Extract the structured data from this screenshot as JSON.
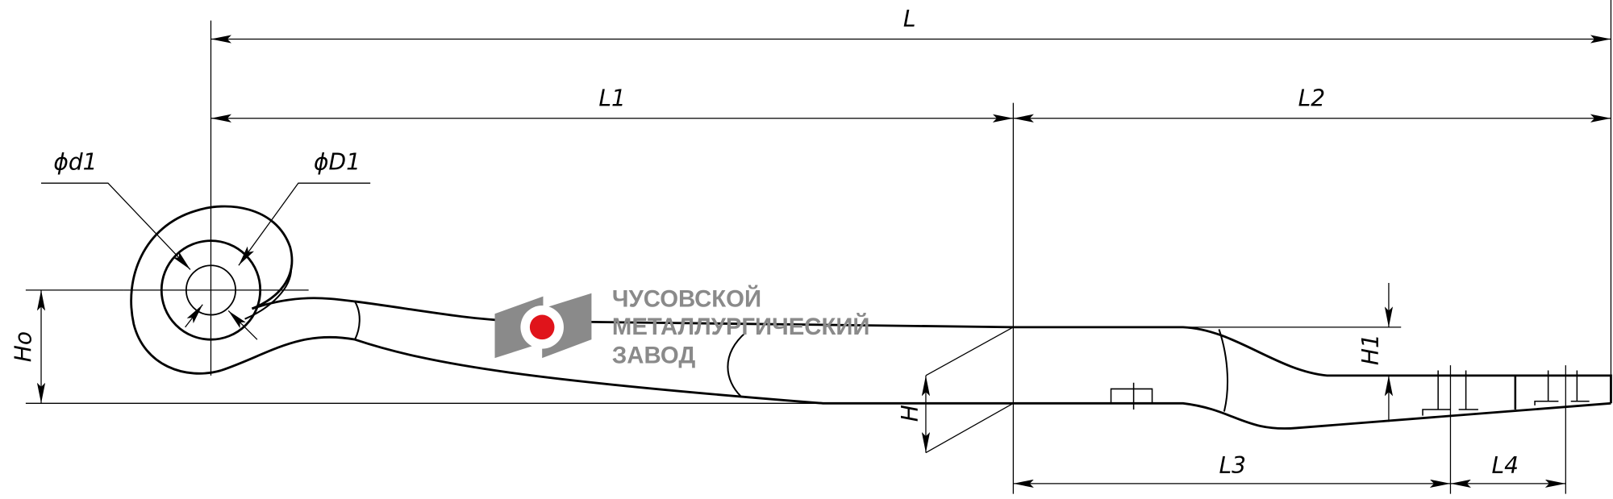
{
  "drawing": {
    "dimensions": {
      "L": "L",
      "L1": "L1",
      "L2": "L2",
      "L3": "L3",
      "L4": "L4",
      "d1": "ϕd1",
      "D1": "ϕD1",
      "Ho": "Ho",
      "H": "H",
      "H1": "H1"
    },
    "logo": {
      "line1": "ЧУСОВСКОЙ",
      "line2": "МЕТАЛЛУРГИЧЕСКИЙ",
      "line3": "ЗАВОД",
      "gray": "#8a8a8a",
      "red": "#e0141b"
    }
  }
}
